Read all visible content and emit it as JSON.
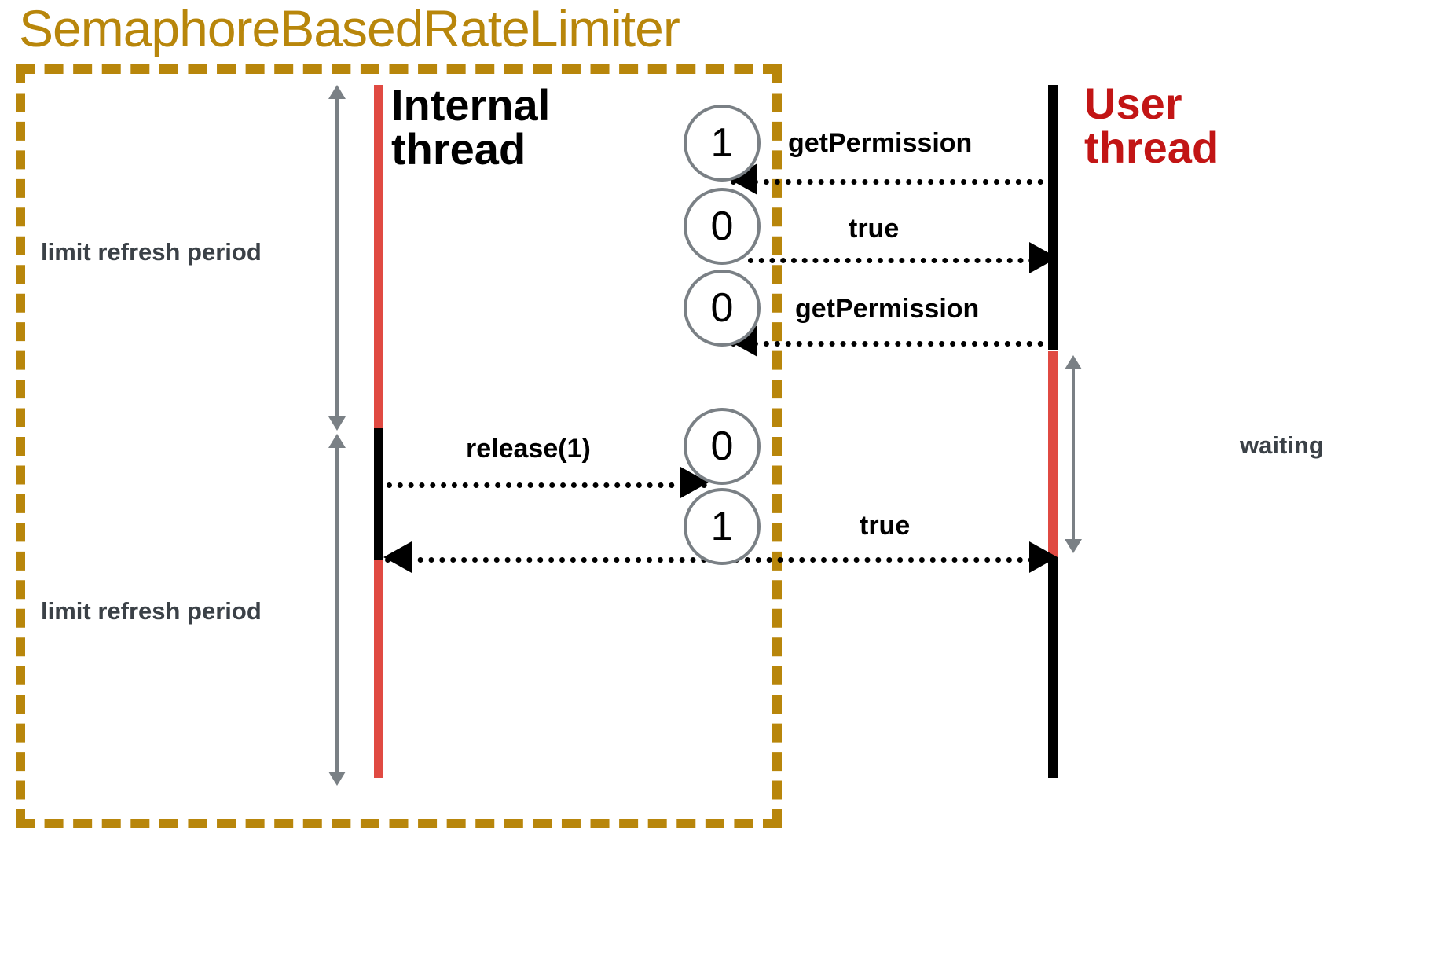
{
  "diagram": {
    "title": "SemaphoreBasedRateLimiter",
    "accent_color": "#b8860b",
    "user_thread_color": "#c21515",
    "waiting_color": "#e04a42",
    "label_color": "#3b4147"
  },
  "participants": [
    {
      "id": "internal",
      "label": "Internal\nthread",
      "color": "#000000"
    },
    {
      "id": "user",
      "label": "User\nthread",
      "color": "#c21515"
    }
  ],
  "periods": [
    {
      "label": "limit refresh period"
    },
    {
      "label": "limit refresh period"
    }
  ],
  "waiting": {
    "label": "waiting"
  },
  "permits": [
    {
      "value": "1"
    },
    {
      "value": "0"
    },
    {
      "value": "0"
    },
    {
      "value": "0"
    },
    {
      "value": "1"
    }
  ],
  "messages": [
    {
      "label": "getPermission",
      "direction": "left"
    },
    {
      "label": "true",
      "direction": "right"
    },
    {
      "label": "getPermission",
      "direction": "left"
    },
    {
      "label": "release(1)",
      "direction": "right"
    },
    {
      "label": "true",
      "direction": "both"
    }
  ]
}
